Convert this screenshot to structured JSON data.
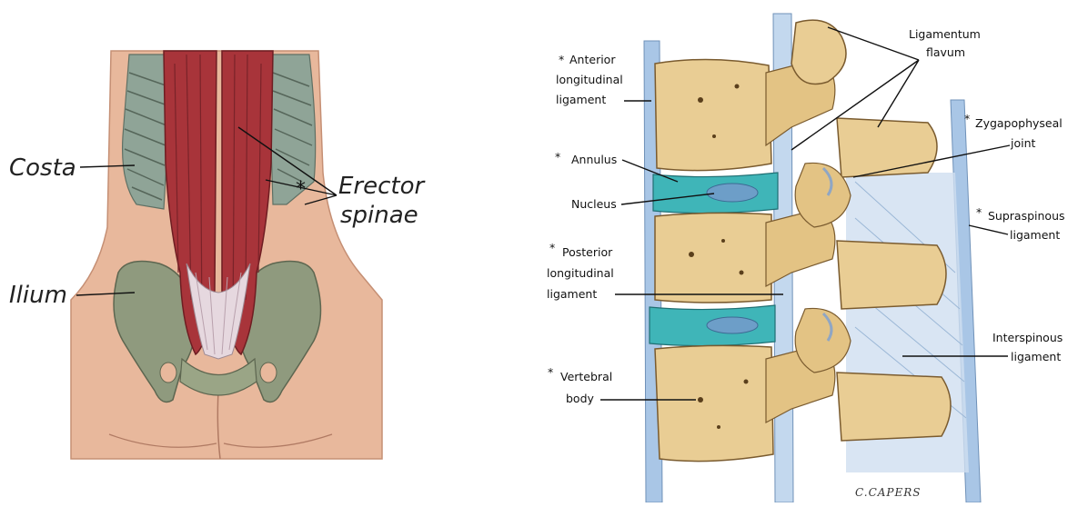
{
  "left_figure": {
    "labels": {
      "costa": "Costa",
      "erector_line1": "Erector",
      "erector_line2": "spinae",
      "ilium": "Ilium",
      "asterisk": "*"
    }
  },
  "right_figure": {
    "labels": {
      "anterior": {
        "star": "*",
        "line1": "Anterior",
        "line2": "longitudinal",
        "line3": "ligament"
      },
      "ligamentum_flavum": {
        "line1": "Ligamentum",
        "line2": "flavum"
      },
      "zygapophyseal": {
        "star": "*",
        "line1": "Zygapophyseal",
        "line2": "joint"
      },
      "annulus": {
        "star": "*",
        "line1": "Annulus"
      },
      "nucleus": {
        "line1": "Nucleus"
      },
      "supraspinous": {
        "star": "*",
        "line1": "Supraspinous",
        "line2": "ligament"
      },
      "posterior": {
        "star": "*",
        "line1": "Posterior",
        "line2": "longitudinal",
        "line3": "ligament"
      },
      "interspinous": {
        "line1": "Interspinous",
        "line2": "ligament"
      },
      "vertebral_body": {
        "star": "*",
        "line1": "Vertebral",
        "line2": "body"
      }
    },
    "signature": "C.CAPERS"
  },
  "colors": {
    "skin": "#e8b89c",
    "muscle": "#a8343a",
    "bone_green": "#8f9a7e",
    "vertebra": "#e9cd94",
    "disc": "#3fb5b8",
    "ligament_blue": "#a9c6e6"
  }
}
